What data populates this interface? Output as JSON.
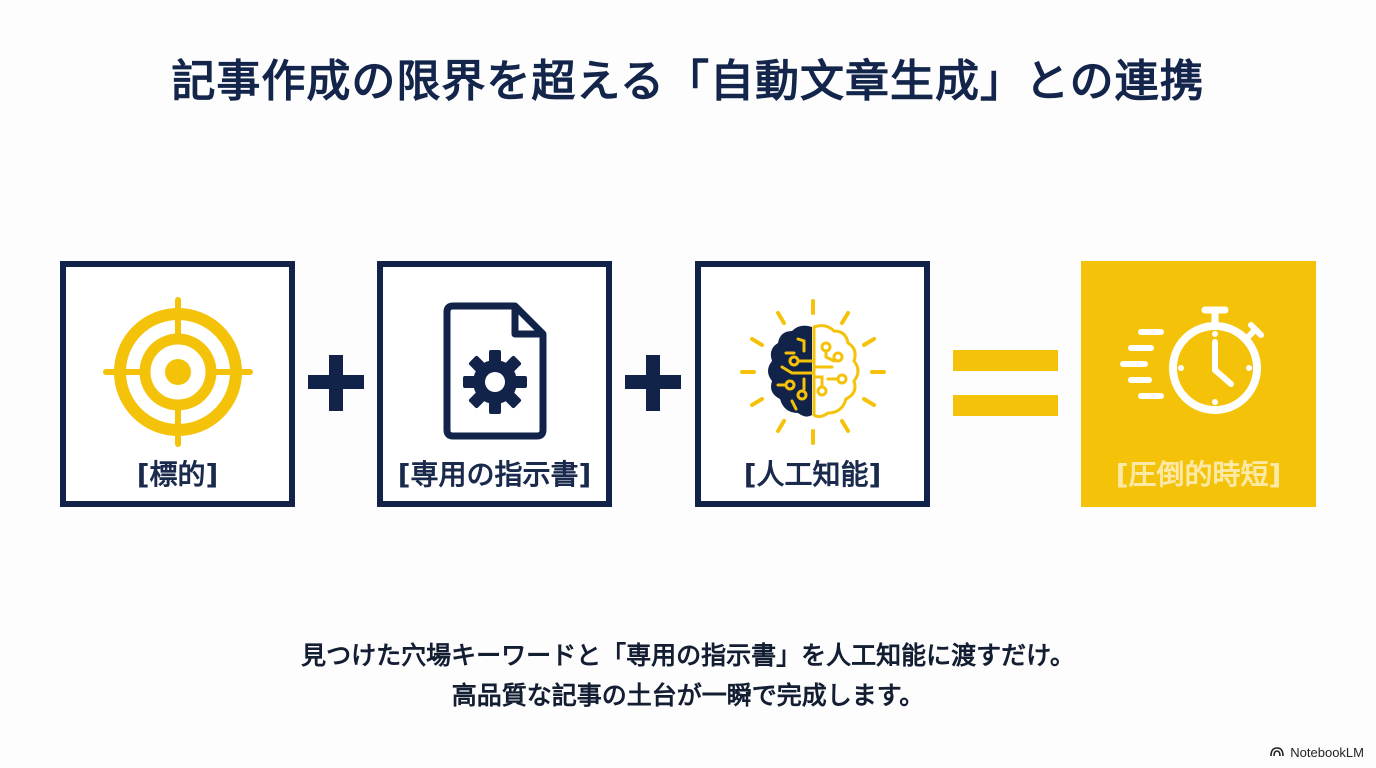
{
  "slide": {
    "title": "記事作成の限界を超える「自動文章生成」との連携",
    "equation": {
      "items": [
        {
          "label": "[標的]",
          "icon": "target-icon"
        },
        {
          "label": "[専用の指示書]",
          "icon": "document-gear-icon"
        },
        {
          "label": "[人工知能]",
          "icon": "ai-brain-icon"
        }
      ],
      "operators": [
        "+",
        "+",
        "="
      ],
      "result": {
        "label": "[圧倒的時短]",
        "icon": "stopwatch-speed-icon"
      }
    },
    "caption": {
      "line1": "見つけた穴場キーワードと「専用の指示書」を人工知能に渡すだけ。",
      "line2": "高品質な記事の土台が一瞬で完成します。"
    },
    "colors": {
      "navy": "#12234a",
      "yellow": "#f5c20a",
      "background": "#fdfdfd"
    }
  },
  "footer": {
    "brand": "NotebookLM"
  }
}
